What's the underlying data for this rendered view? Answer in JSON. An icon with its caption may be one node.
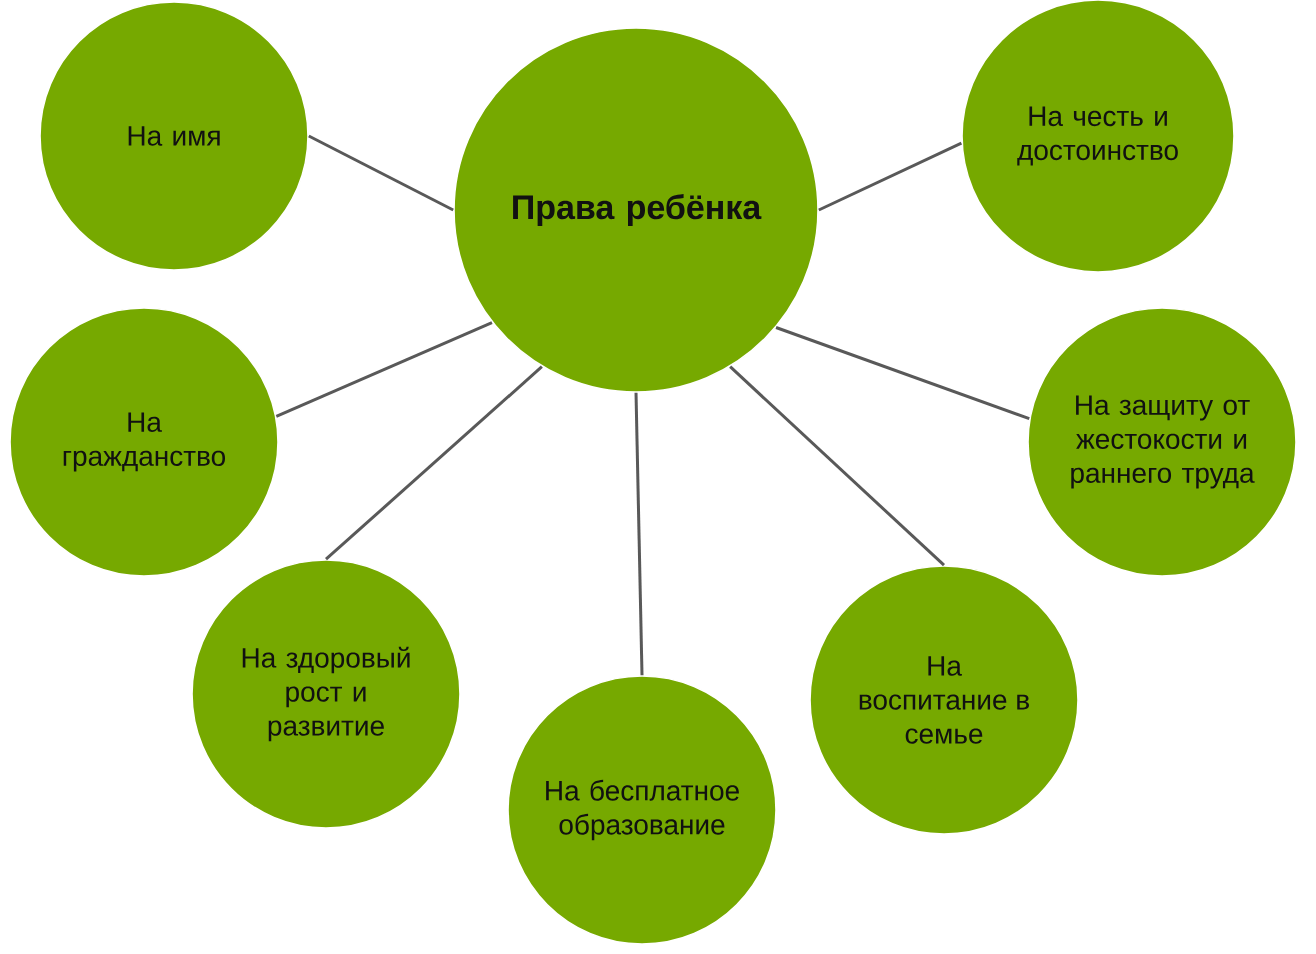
{
  "diagram": {
    "nodes": [
      {
        "text": [
          "Права ребёнка"
        ]
      },
      {
        "text": [
          "На имя"
        ]
      },
      {
        "text": [
          "На честь и достоинство"
        ]
      },
      {
        "text": [
          "На гражданство"
        ]
      },
      {
        "text": [
          "На защиту от жестокости и раннего труда"
        ]
      },
      {
        "text": [
          "На здоровый рост и развитие"
        ]
      },
      {
        "text": [
          "На воспитание в семье"
        ]
      },
      {
        "text": [
          "На бесплатное образование"
        ]
      }
    ],
    "edges": [
      {
        "from": 0,
        "to": 1,
        "arrow": "none"
      },
      {
        "from": 0,
        "to": 2,
        "arrow": "none"
      },
      {
        "from": 0,
        "to": 3,
        "arrow": "none"
      },
      {
        "from": 0,
        "to": 4,
        "arrow": "none"
      },
      {
        "from": 0,
        "to": 5,
        "arrow": "none"
      },
      {
        "from": 0,
        "to": 6,
        "arrow": "none"
      },
      {
        "from": 0,
        "to": 7,
        "arrow": "none"
      }
    ]
  }
}
